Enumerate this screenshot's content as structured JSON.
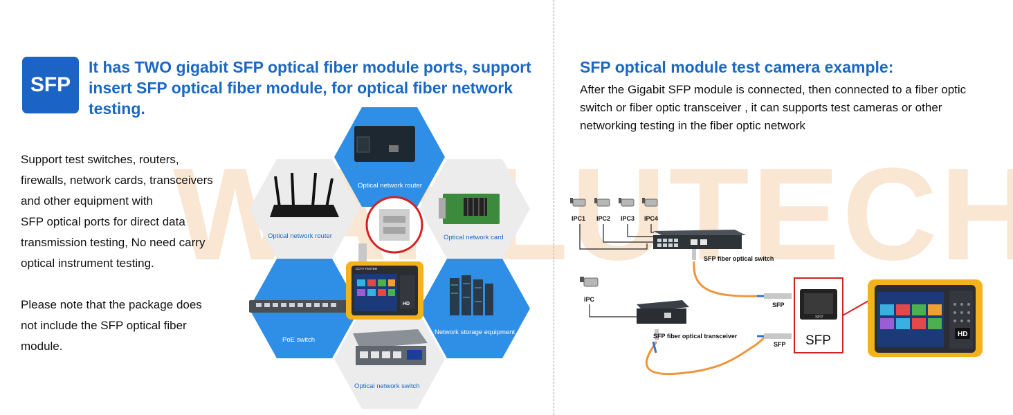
{
  "watermark": "WANLUTECH",
  "left": {
    "badge": "SFP",
    "heading": "It has TWO gigabit SFP optical fiber module ports, support insert SFP optical fiber module, for optical fiber network testing.",
    "body_lines": [
      "Support test switches, routers,",
      "firewalls, network cards, transceivers",
      "and other equipment with",
      "SFP optical ports for direct data",
      "transmission testing, No need carry",
      "optical instrument testing."
    ],
    "note_lines": [
      "Please note that the package does",
      "not include the SFP optical fiber",
      "module."
    ]
  },
  "hex_labels": {
    "router_top": "Optical network router",
    "router_left": "Optical network router",
    "network_card": "Optical network card",
    "poe_switch": "PoE switch",
    "storage": "Network storage equipment",
    "network_switch": "Optical network switch"
  },
  "tester_screen": {
    "brand": "CCTV TESTER",
    "hd": "HD"
  },
  "right": {
    "heading": "SFP optical module test camera example:",
    "body": "After the Gigabit SFP module is connected, then connected to a fiber optic switch or fiber optic transceiver , it can supports test cameras or other networking testing  in the fiber optic network"
  },
  "diagram": {
    "cameras": [
      "IPC1",
      "IPC2",
      "IPC3",
      "IPC4"
    ],
    "ipc_single": "IPC",
    "switch_label": "SFP fiber optical switch",
    "transceiver_label": "SFP fiber optical transceiver",
    "sfp_top": "SFP",
    "sfp_bottom": "SFP",
    "zoom_label": "SFP",
    "zoom_small": "SFP",
    "hd": "HD"
  },
  "colors": {
    "accent_blue": "#1a67c4",
    "badge_blue": "#1c63c6",
    "hex_blue": "#2f8fe6",
    "hex_gray": "#ececec",
    "fiber_orange": "#f0943a",
    "tester_yellow": "#f3b21c",
    "highlight_red": "#d42020"
  }
}
